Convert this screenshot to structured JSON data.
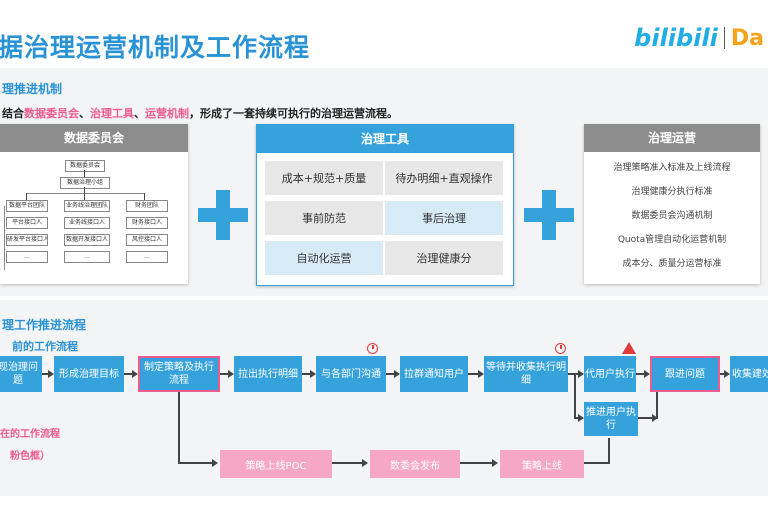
{
  "title": "据治理运营机制及工作流程",
  "logo": {
    "brand": "bilibili",
    "sub": "Da"
  },
  "section1": {
    "heading": "理推进机制",
    "intro_prefix": "结合",
    "intro_items": [
      "数据委员会",
      "治理工具",
      "运营机制"
    ],
    "intro_sep": "、",
    "intro_suffix": "，形成了一套持续可执行的治理运营流程。"
  },
  "committee": {
    "header": "数据委员会",
    "root": "数据委员会",
    "mid": "数据治理小组",
    "rows": [
      [
        "数据平台团队",
        "业务线治理团队",
        "财务团队"
      ],
      [
        "平台接口人",
        "业务线接口人",
        "财务接口人"
      ],
      [
        "研发平台接口人",
        "数据开发接口人",
        "风控接口人"
      ],
      [
        "…",
        "…",
        "…"
      ]
    ]
  },
  "tools": {
    "header": "治理工具",
    "cells": [
      "成本+规范+质量",
      "待办明细+直观操作",
      "事前防范",
      "事后治理",
      "自动化运营",
      "治理健康分"
    ]
  },
  "ops": {
    "header": "治理运营",
    "items": [
      "治理策略准入标准及上线流程",
      "治理健康分执行标准",
      "数据委员会沟通机制",
      "Quota管理自动化运营机制",
      "成本分、质量分运营标准"
    ]
  },
  "section2": {
    "heading": "理工作推进流程",
    "sub": "前的工作流程",
    "note1": "在的工作流程",
    "note2": "粉色框）"
  },
  "flow": {
    "main": [
      "现治理问题",
      "形成治理目标",
      "制定策略及执行流程",
      "拉出执行明细",
      "与各部门沟通",
      "拉群通知用户",
      "等待并收集执行明细",
      "代用户执行",
      "跟进问题",
      "收集建效"
    ],
    "branch": "推进用户执行",
    "pink": [
      "策略上线POC",
      "数委会发布",
      "策略上线"
    ]
  }
}
